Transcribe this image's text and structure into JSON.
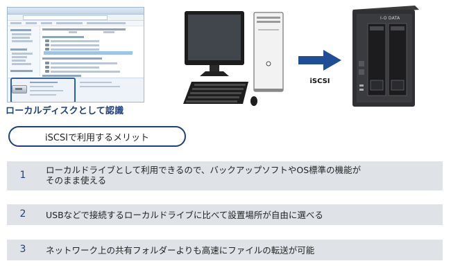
{
  "caption": "ローカルディスクとして認識",
  "arrow_label": "iSCSI",
  "nas_brand": "I-O DATA",
  "merit_heading": "iSCSIで利用するメリット",
  "items": [
    {
      "number": "1",
      "line1": "ローカルドライブとして利用できるので、バックアップソフトやOS標準の機能が",
      "line2": "そのまま使える"
    },
    {
      "number": "2",
      "line1": "USBなどで接続するローカルドライブに比べて設置場所が自由に選べる"
    },
    {
      "number": "3",
      "line1": "ネットワーク上の共有フォルダーよりも高速にファイルの転送が可能"
    }
  ],
  "colors": {
    "accent": "#1d3f7a",
    "arrow": "#1f4e96",
    "item_bg": "#dfe3e7"
  }
}
